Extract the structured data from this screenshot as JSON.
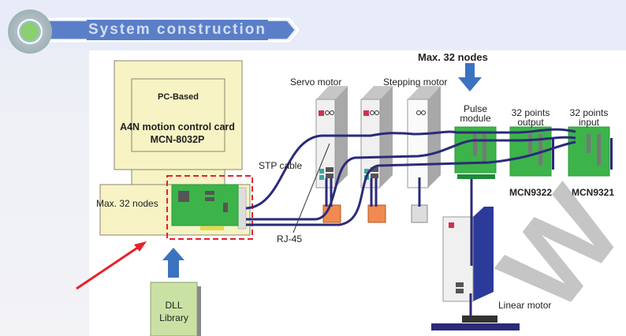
{
  "header": {
    "title": "System construction"
  },
  "diagram": {
    "pc": {
      "label_top": "PC-Based",
      "card_name": "A4N motion control card",
      "card_model": "MCN-8032P",
      "nodes_label": "Max. 32 nodes"
    },
    "dll": {
      "line1": "DLL",
      "line2": "Library"
    },
    "cable_label": "STP cable",
    "connector_label": "RJ-45",
    "servo_label": "Servo motor",
    "stepping_label": "Stepping motor",
    "max_nodes_label": "Max. 32 nodes",
    "pulse_module": {
      "line1": "Pulse",
      "line2": "module"
    },
    "output_module": {
      "line1": "32 points",
      "line2": "output",
      "model": "MCN9322"
    },
    "input_module": {
      "line1": "32 points",
      "line2": "input",
      "model": "MCN9321"
    },
    "linear_label": "Linear motor",
    "watermark": "W"
  },
  "colors": {
    "banner_blue": "#5a7fc8",
    "pcb_green": "#3cb44a",
    "cable_navy": "#2c2a7a",
    "highlight_red": "#e8202a",
    "arrow_blue": "#3b73c0",
    "pc_beige": "#f7f3c4"
  }
}
